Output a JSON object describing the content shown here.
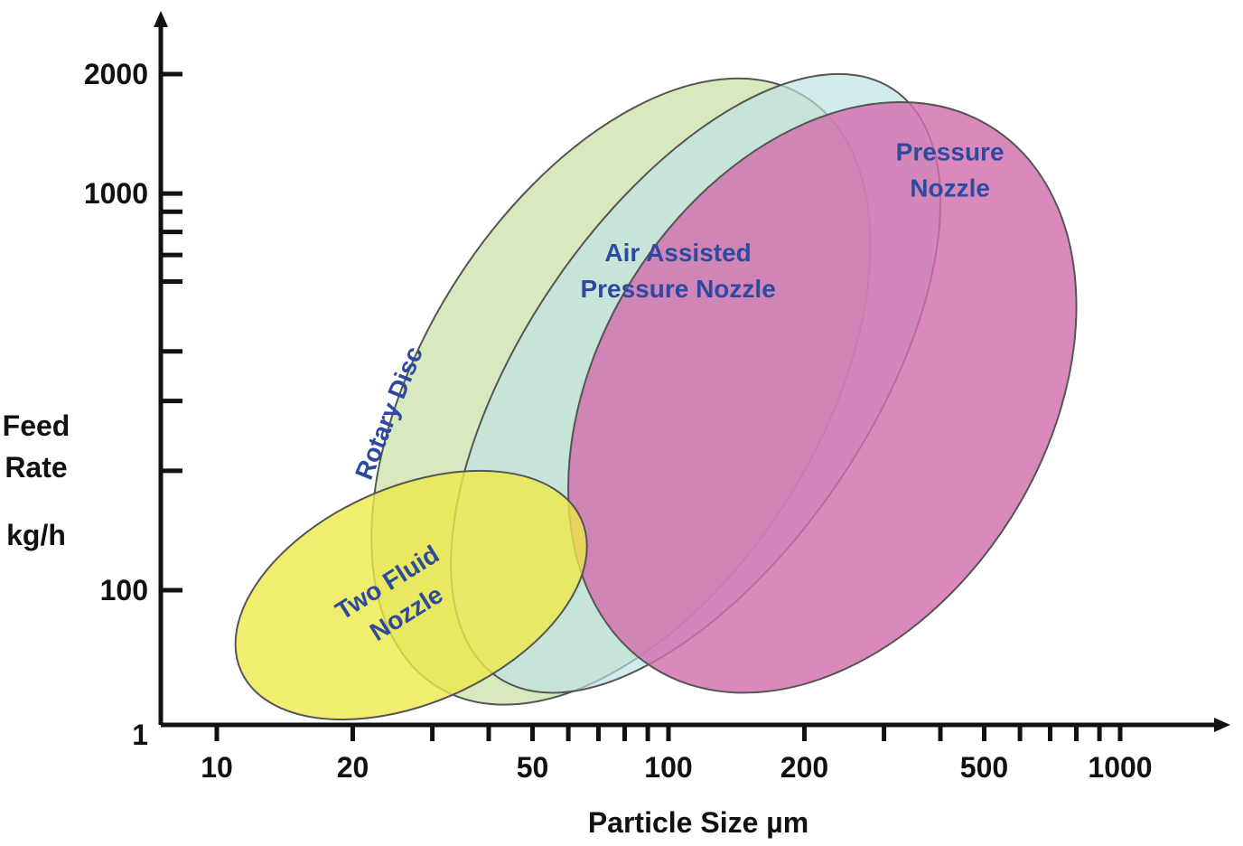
{
  "chart_data": {
    "type": "area",
    "xlabel": "Particle Size µm",
    "ylabel_lines": [
      "Feed",
      "Rate",
      "kg/h"
    ],
    "x_scale": "log",
    "y_scale": "log",
    "xlim": [
      7,
      1500
    ],
    "ylim": [
      1,
      2500
    ],
    "x_tick_labels": [
      {
        "value": 10,
        "label": "10"
      },
      {
        "value": 20,
        "label": "20"
      },
      {
        "value": 50,
        "label": "50"
      },
      {
        "value": 100,
        "label": "100"
      },
      {
        "value": 200,
        "label": "200"
      },
      {
        "value": 500,
        "label": "500"
      },
      {
        "value": 1000,
        "label": "1000"
      }
    ],
    "x_minor_ticks": [
      30,
      40,
      60,
      70,
      80,
      90,
      300,
      400,
      600,
      700,
      800,
      900
    ],
    "y_tick_labels": [
      {
        "value": 1,
        "label": "1"
      },
      {
        "value": 100,
        "label": "100"
      },
      {
        "value": 1000,
        "label": "1000"
      },
      {
        "value": 2000,
        "label": "2000"
      }
    ],
    "y_minor_ticks": [
      200,
      300,
      400,
      600,
      700,
      800,
      900
    ],
    "regions": [
      {
        "name": "Rotary Disc",
        "label_lines": [
          "Rotary Disc"
        ],
        "label_rotation": -68,
        "label_anchor": {
          "x": 24,
          "y": 280
        },
        "color": "#c9e0a4",
        "opacity": 0.72,
        "x_range": [
          22,
          280
        ],
        "y_range": [
          2,
          1950
        ],
        "tilt": -58
      },
      {
        "name": "Air Assisted Pressure Nozzle",
        "label_lines": [
          "Air Assisted",
          "Pressure Nozzle"
        ],
        "label_rotation": 0,
        "label_anchor": {
          "x": 105,
          "y": 640
        },
        "color": "#bde2e4",
        "opacity": 0.68,
        "x_range": [
          33,
          400
        ],
        "y_range": [
          3,
          2000
        ],
        "tilt": -56
      },
      {
        "name": "Pressure Nozzle",
        "label_lines": [
          "Pressure",
          "Nozzle"
        ],
        "label_rotation": 0,
        "label_anchor": {
          "x": 420,
          "y": 1150
        },
        "color": "#d36fae",
        "opacity": 0.82,
        "x_range": [
          60,
          800
        ],
        "y_range": [
          3,
          1700
        ],
        "tilt": -58
      },
      {
        "name": "Two Fluid Nozzle",
        "label_lines": [
          "Two Fluid",
          "Nozzle"
        ],
        "label_rotation": -32,
        "label_anchor": {
          "x": 25,
          "y": 78
        },
        "color": "#ede84a",
        "opacity": 0.8,
        "x_range": [
          11,
          66
        ],
        "y_range": [
          1.2,
          200
        ],
        "tilt": -24
      }
    ],
    "colors": {
      "axis": "#111111",
      "label": "#2e4a9f",
      "outline": "#555555"
    }
  }
}
